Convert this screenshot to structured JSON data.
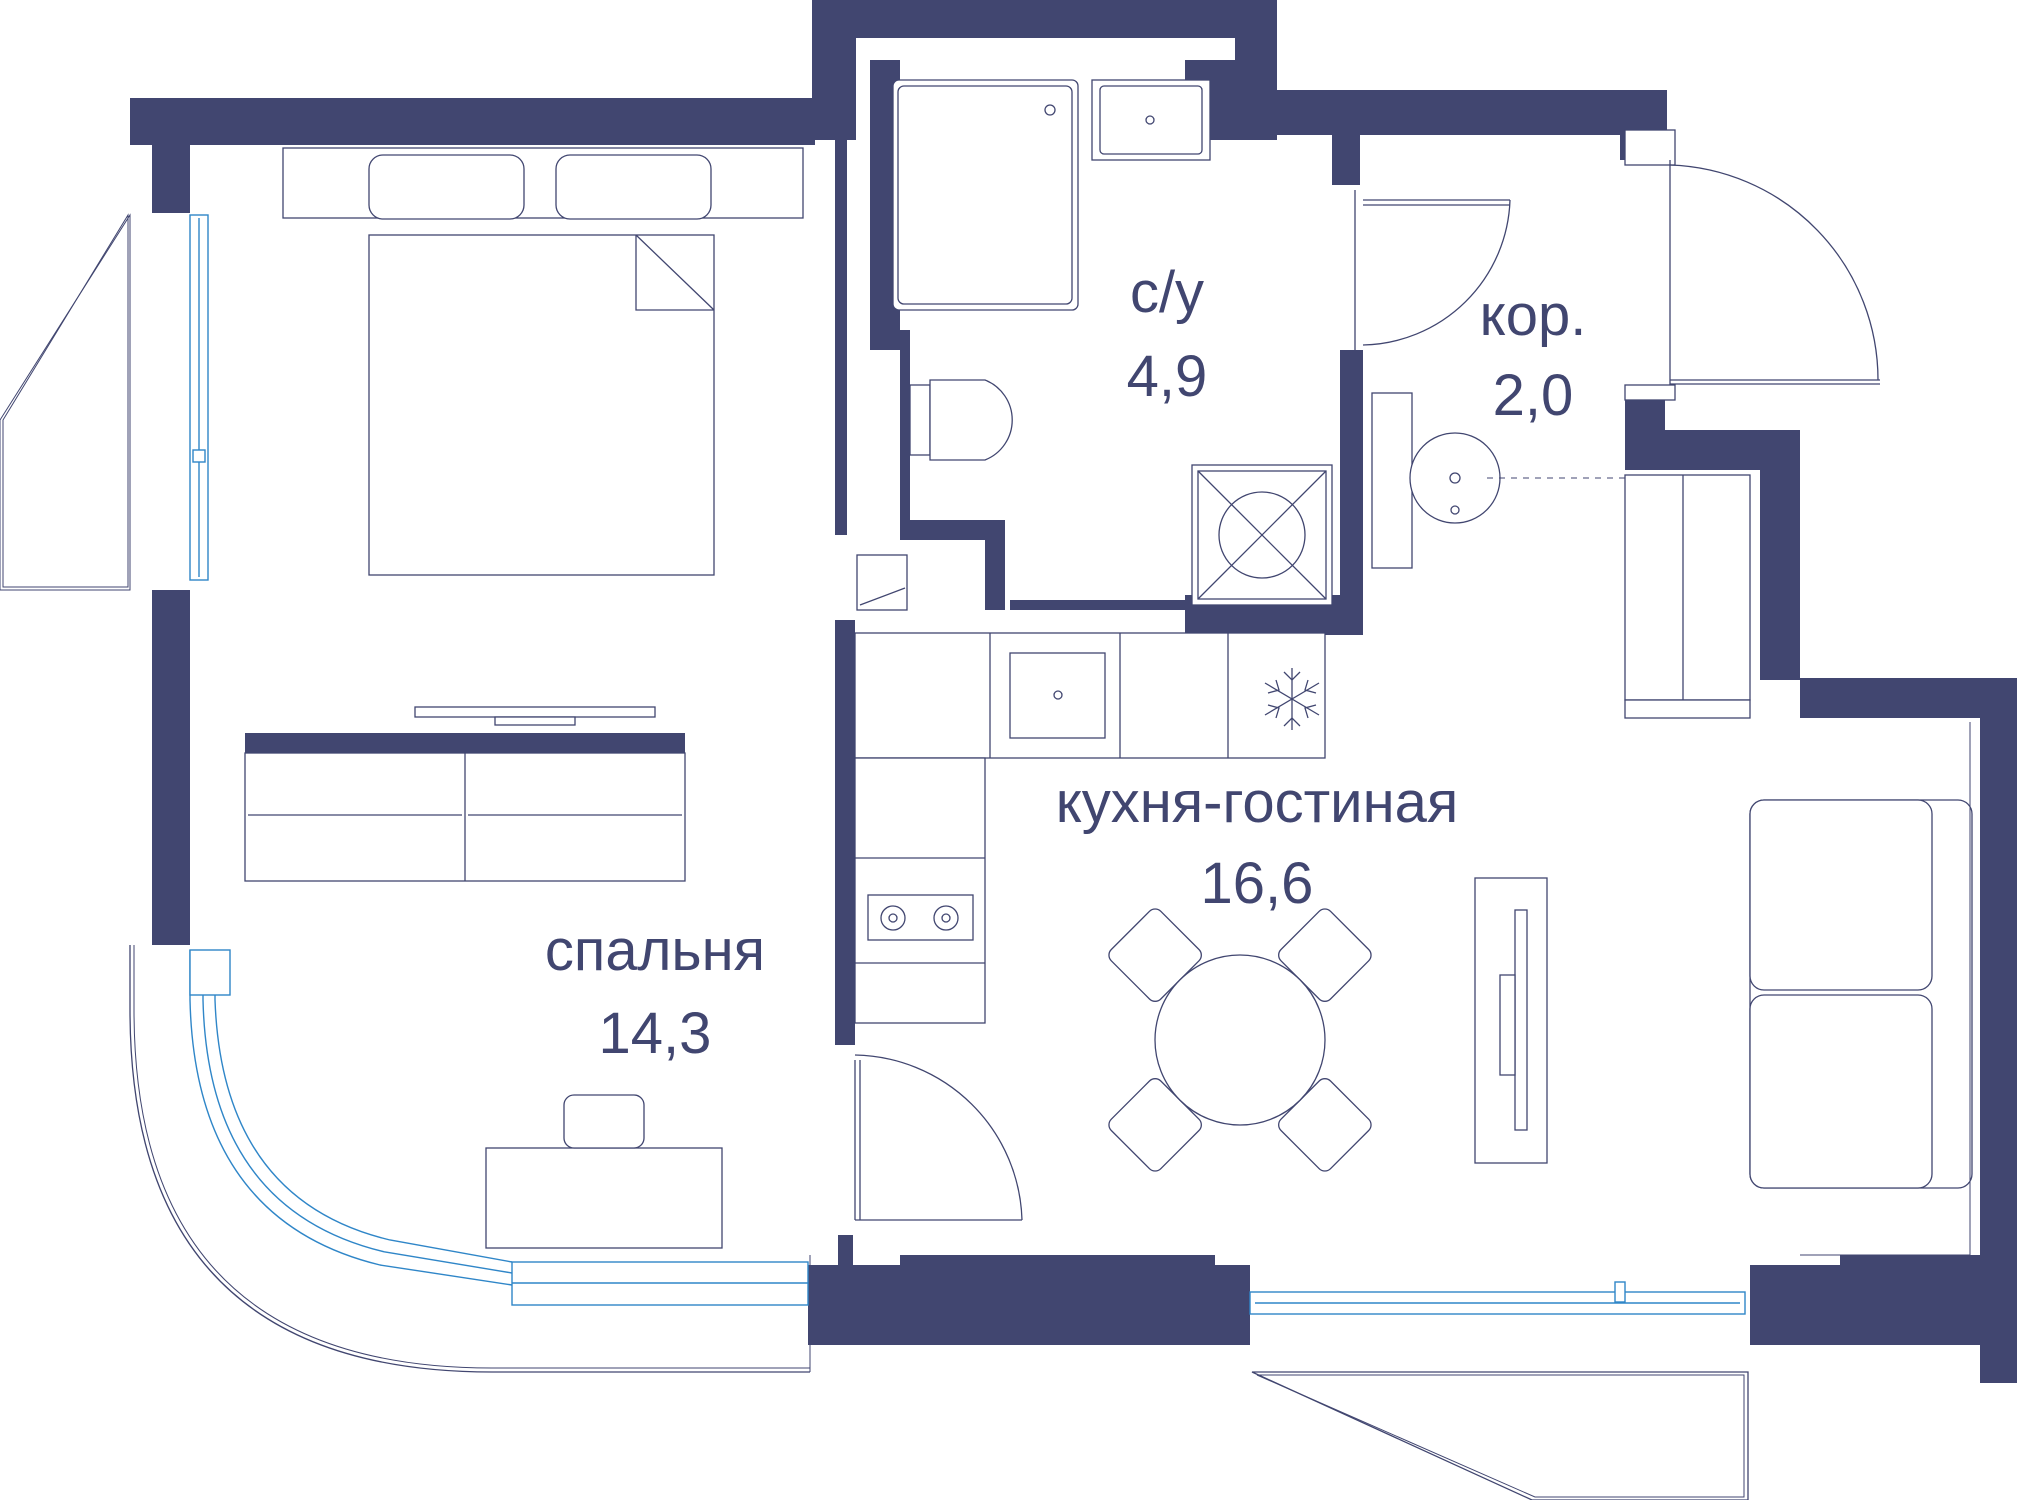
{
  "plan": {
    "colors": {
      "wall": "#414670",
      "window": "#2f86c8",
      "background": "#ffffff"
    },
    "rooms": {
      "bathroom": {
        "name": "с/у",
        "area": "4,9"
      },
      "corridor": {
        "name": "кор.",
        "area": "2,0"
      },
      "kitchen_living": {
        "name": "кухня-гостиная",
        "area": "16,6"
      },
      "bedroom": {
        "name": "спальня",
        "area": "14,3"
      }
    },
    "icons": [
      "bed-icon",
      "shower-icon",
      "sink-icon",
      "toilet-icon",
      "washing-machine-icon",
      "stove-icon",
      "snowflake-icon",
      "dining-table-icon",
      "sofa-icon",
      "tv-icon",
      "desk-icon",
      "chair-icon",
      "door-icon",
      "window-icon"
    ]
  }
}
